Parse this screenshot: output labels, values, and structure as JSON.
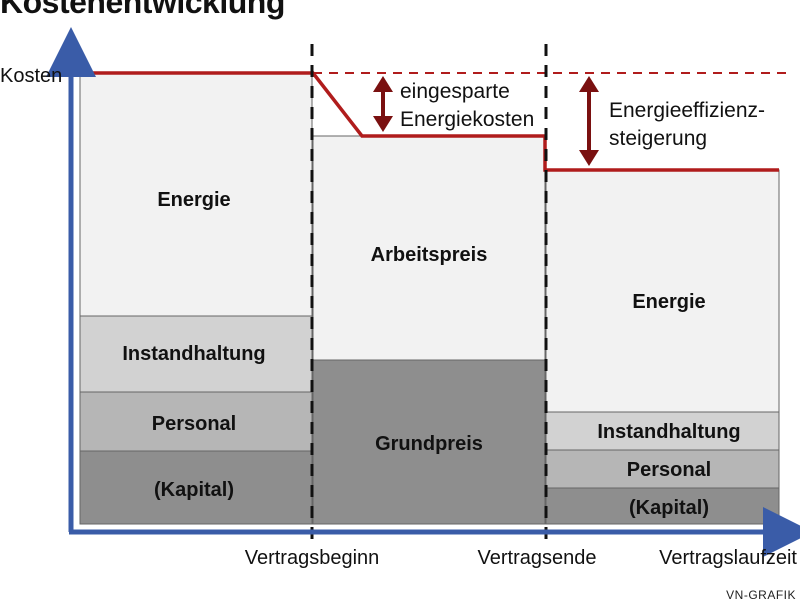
{
  "title": "Kostenentwicklung",
  "credit": "VN-GRAFIK",
  "axes": {
    "y_label": "Kosten",
    "x_label": "Vertragslaufzeit",
    "marker_start": "Vertragsbeginn",
    "marker_end": "Vertragsende"
  },
  "phase_before": {
    "segments": [
      "Energie",
      "Instandhaltung",
      "Personal",
      "(Kapital)"
    ]
  },
  "phase_contract": {
    "segments": [
      "Arbeitspreis",
      "Grundpreis"
    ]
  },
  "phase_after": {
    "segments": [
      "Energie",
      "Instandhaltung",
      "Personal",
      "(Kapital)"
    ]
  },
  "annotations": {
    "saved_energy": [
      "eingesparte",
      "Energiekosten"
    ],
    "efficiency": [
      "Energieeffizienz-",
      "steigerung"
    ]
  },
  "colors": {
    "axis": "#3a5ca8",
    "cost_line": "#b01c1c",
    "arrow": "#7a1010",
    "segment_light": "#f2f2f2",
    "segment_mid": "#d2d2d2",
    "segment_midlow": "#b6b6b6",
    "segment_dark": "#8e8e8e"
  }
}
